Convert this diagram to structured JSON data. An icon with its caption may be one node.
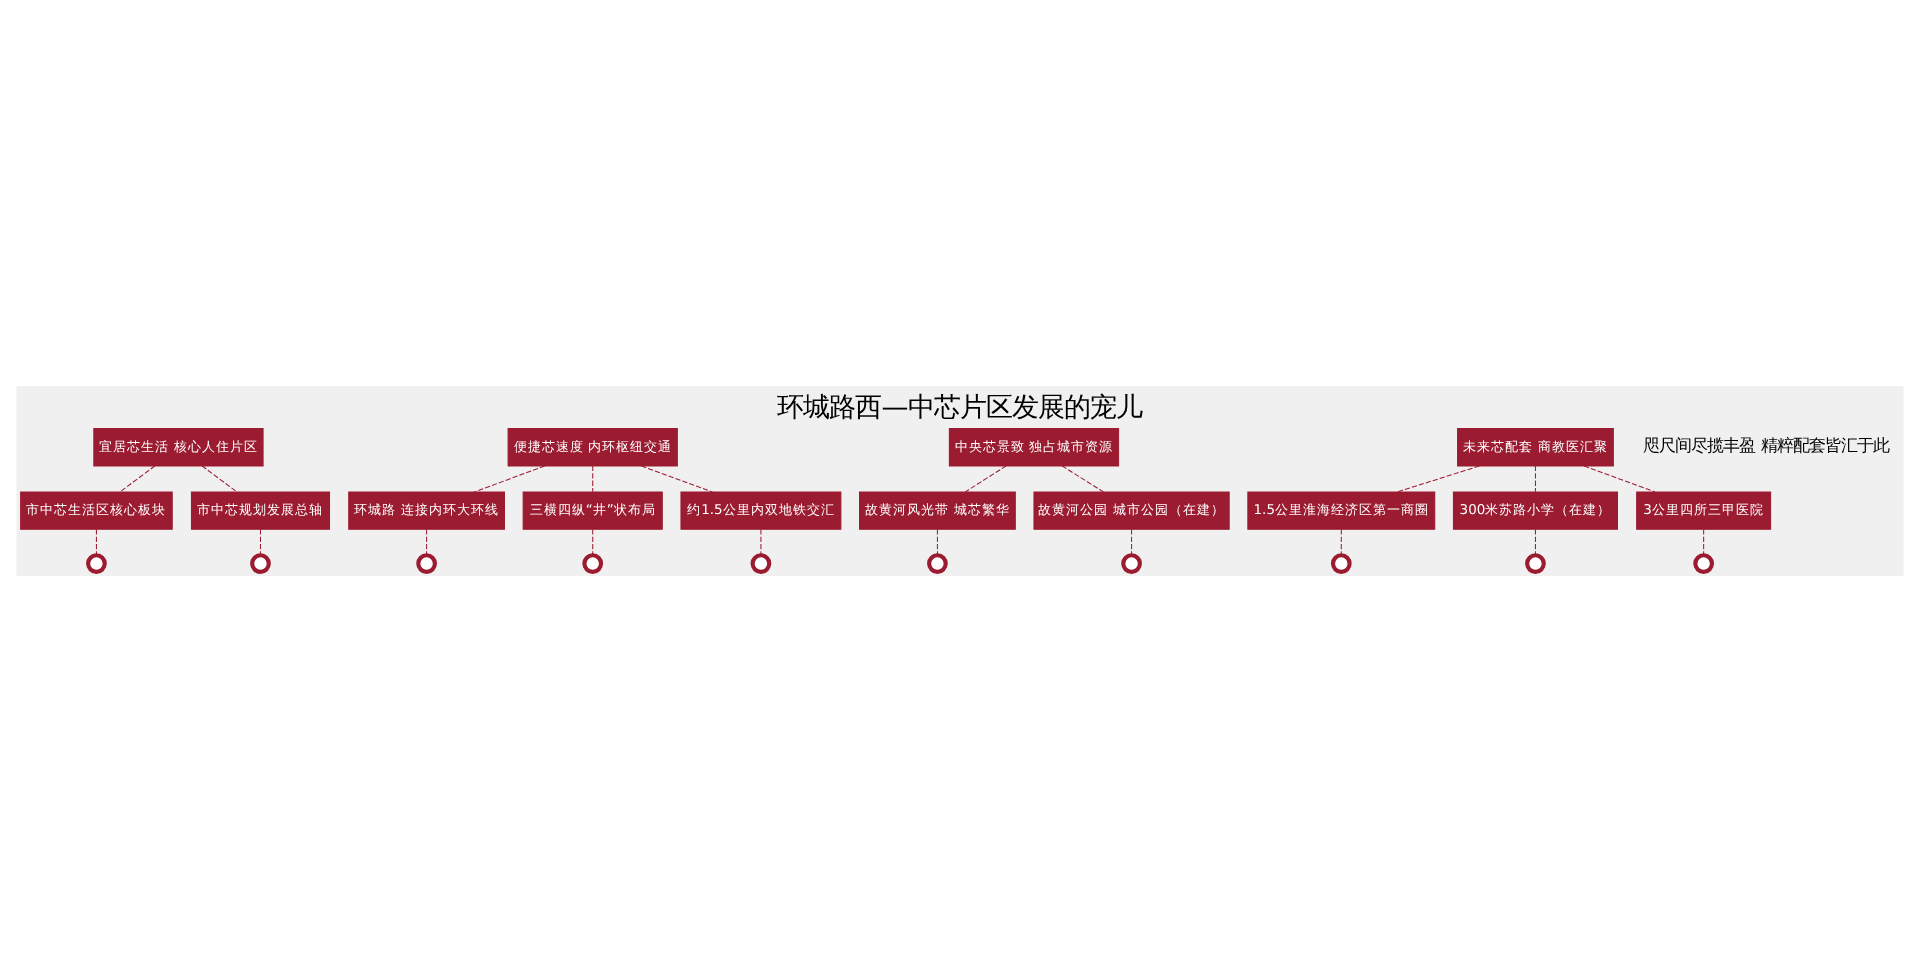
{
  "diagram": {
    "title": "环城路西—中芯片区发展的宠儿",
    "nodes": [
      {
        "text": [
          "宜居芯生活 核心人住片区"
        ]
      },
      {
        "text": [
          "便捷芯速度 内环枢纽交通"
        ]
      },
      {
        "text": [
          "中央芯景致 独占城市资源"
        ]
      },
      {
        "text": [
          "未来芯配套 商教医汇聚"
        ]
      },
      {
        "text": [
          "市中芯生活区核心板块"
        ]
      },
      {
        "text": [
          "市中芯规划发展总轴"
        ]
      },
      {
        "text": [
          "环城路 连接内环大环线"
        ]
      },
      {
        "text": [
          "三横四纵“井”状布局"
        ]
      },
      {
        "text": [
          "约1.5公里内双地铁交汇"
        ]
      },
      {
        "text": [
          "故黄河风光带 城芯繁华"
        ]
      },
      {
        "text": [
          "故黄河公园 城市公园（在建）"
        ]
      },
      {
        "text": [
          "1.5公里淮海经济区第一商圈"
        ]
      },
      {
        "text": [
          "300米苏路小学（在建）"
        ]
      },
      {
        "text": [
          "3公里四所三甲医院"
        ]
      },
      {
        "text": [],
        "shape": "pin"
      },
      {
        "text": [],
        "shape": "pin"
      },
      {
        "text": [],
        "shape": "pin"
      },
      {
        "text": [],
        "shape": "pin"
      },
      {
        "text": [],
        "shape": "pin"
      },
      {
        "text": [],
        "shape": "pin"
      },
      {
        "text": [],
        "shape": "pin"
      },
      {
        "text": [],
        "shape": "pin"
      },
      {
        "text": [],
        "shape": "pin"
      },
      {
        "text": [],
        "shape": "pin"
      }
    ],
    "edges": [
      {
        "from": 0,
        "to": 4,
        "arrow": "none",
        "style": "dashed"
      },
      {
        "from": 0,
        "to": 5,
        "arrow": "none",
        "style": "dashed"
      },
      {
        "from": 1,
        "to": 6,
        "arrow": "none",
        "style": "dashed"
      },
      {
        "from": 1,
        "to": 7,
        "arrow": "none",
        "style": "dashed"
      },
      {
        "from": 1,
        "to": 8,
        "arrow": "none",
        "style": "dashed"
      },
      {
        "from": 2,
        "to": 9,
        "arrow": "none",
        "style": "dashed"
      },
      {
        "from": 2,
        "to": 10,
        "arrow": "none",
        "style": "dashed"
      },
      {
        "from": 3,
        "to": 11,
        "arrow": "none",
        "style": "dashed"
      },
      {
        "from": 3,
        "to": 12,
        "arrow": "none",
        "style": "dashed"
      },
      {
        "from": 3,
        "to": 13,
        "arrow": "none",
        "style": "dashed"
      },
      {
        "from": 4,
        "to": 14,
        "arrow": "none",
        "style": "dashed"
      },
      {
        "from": 5,
        "to": 15,
        "arrow": "none",
        "style": "dashed"
      },
      {
        "from": 6,
        "to": 16,
        "arrow": "none",
        "style": "dashed"
      },
      {
        "from": 7,
        "to": 17,
        "arrow": "none",
        "style": "dashed"
      },
      {
        "from": 8,
        "to": 18,
        "arrow": "none",
        "style": "dashed"
      },
      {
        "from": 9,
        "to": 19,
        "arrow": "none",
        "style": "dashed"
      },
      {
        "from": 10,
        "to": 20,
        "arrow": "none",
        "style": "dashed"
      },
      {
        "from": 11,
        "to": 21,
        "arrow": "none",
        "style": "dashed"
      },
      {
        "from": 12,
        "to": 22,
        "arrow": "none",
        "style": "dashed"
      },
      {
        "from": 13,
        "to": 23,
        "arrow": "none",
        "style": "dashed"
      }
    ],
    "labels": [
      "咫尺间尽揽丰盈 精粹配套皆汇于此"
    ]
  }
}
